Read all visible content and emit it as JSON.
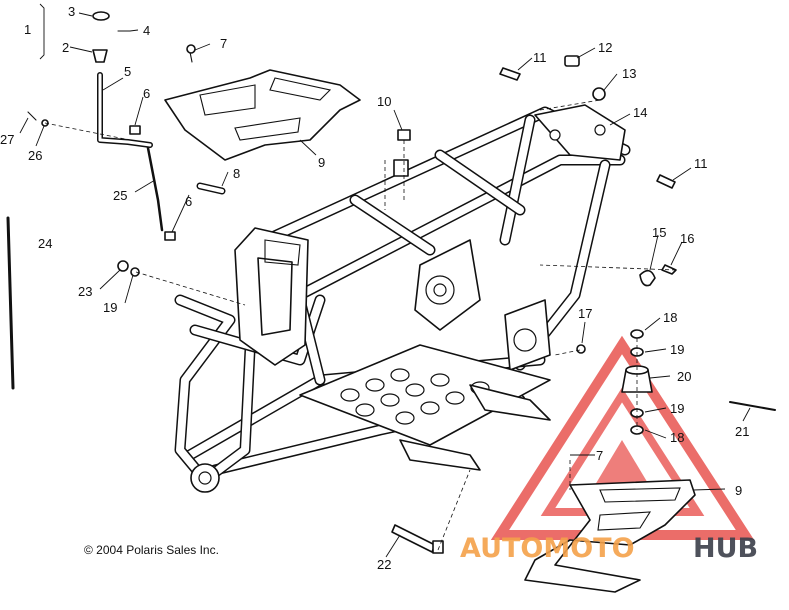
{
  "callouts": {
    "c1": "1",
    "c2": "2",
    "c3": "3",
    "c4": "4",
    "c5": "5",
    "c6a": "6",
    "c6b": "6",
    "c7a": "7",
    "c7b": "7",
    "c8": "8",
    "c9a": "9",
    "c9b": "9",
    "c10": "10",
    "c11a": "11",
    "c11b": "11",
    "c12": "12",
    "c13": "13",
    "c14": "14",
    "c15": "15",
    "c16": "16",
    "c17": "17",
    "c18a": "18",
    "c18b": "18",
    "c19a": "19",
    "c19b": "19",
    "c19c": "19",
    "c20": "20",
    "c21": "21",
    "c22": "22",
    "c23": "23",
    "c24": "24",
    "c25": "25",
    "c26": "26",
    "c27": "27"
  },
  "copyright": "© 2004 Polaris Sales Inc.",
  "watermark": {
    "part1": "AUTOMOTO",
    "part2": "HUB"
  },
  "colors": {
    "watermark_red": "#e8534f",
    "watermark_orange": "#f4a14a",
    "watermark_hub": "#3b3f4a",
    "line": "#111111"
  }
}
